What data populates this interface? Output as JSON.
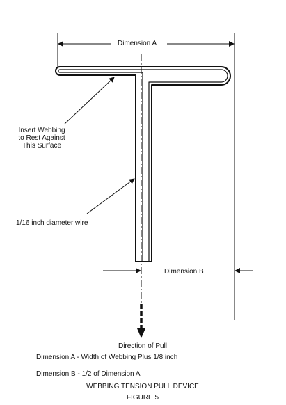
{
  "labels": {
    "dimension_a": "Dimension A",
    "insert_webbing": [
      "Insert Webbing",
      "to Rest Against",
      "This Surface"
    ],
    "wire_diameter": "1/16 inch diameter wire",
    "dimension_b": "Dimension B",
    "direction_of_pull": "Direction of Pull"
  },
  "notes": {
    "dimension_a_def": "Dimension A - Width of Webbing Plus 1/8 inch",
    "dimension_b_def": "Dimension B - 1/2 of Dimension A"
  },
  "caption": {
    "title": "WEBBING TENSION PULL DEVICE",
    "figure": "FIGURE 5"
  },
  "colors": {
    "ink": "#111111",
    "background": "#ffffff"
  }
}
